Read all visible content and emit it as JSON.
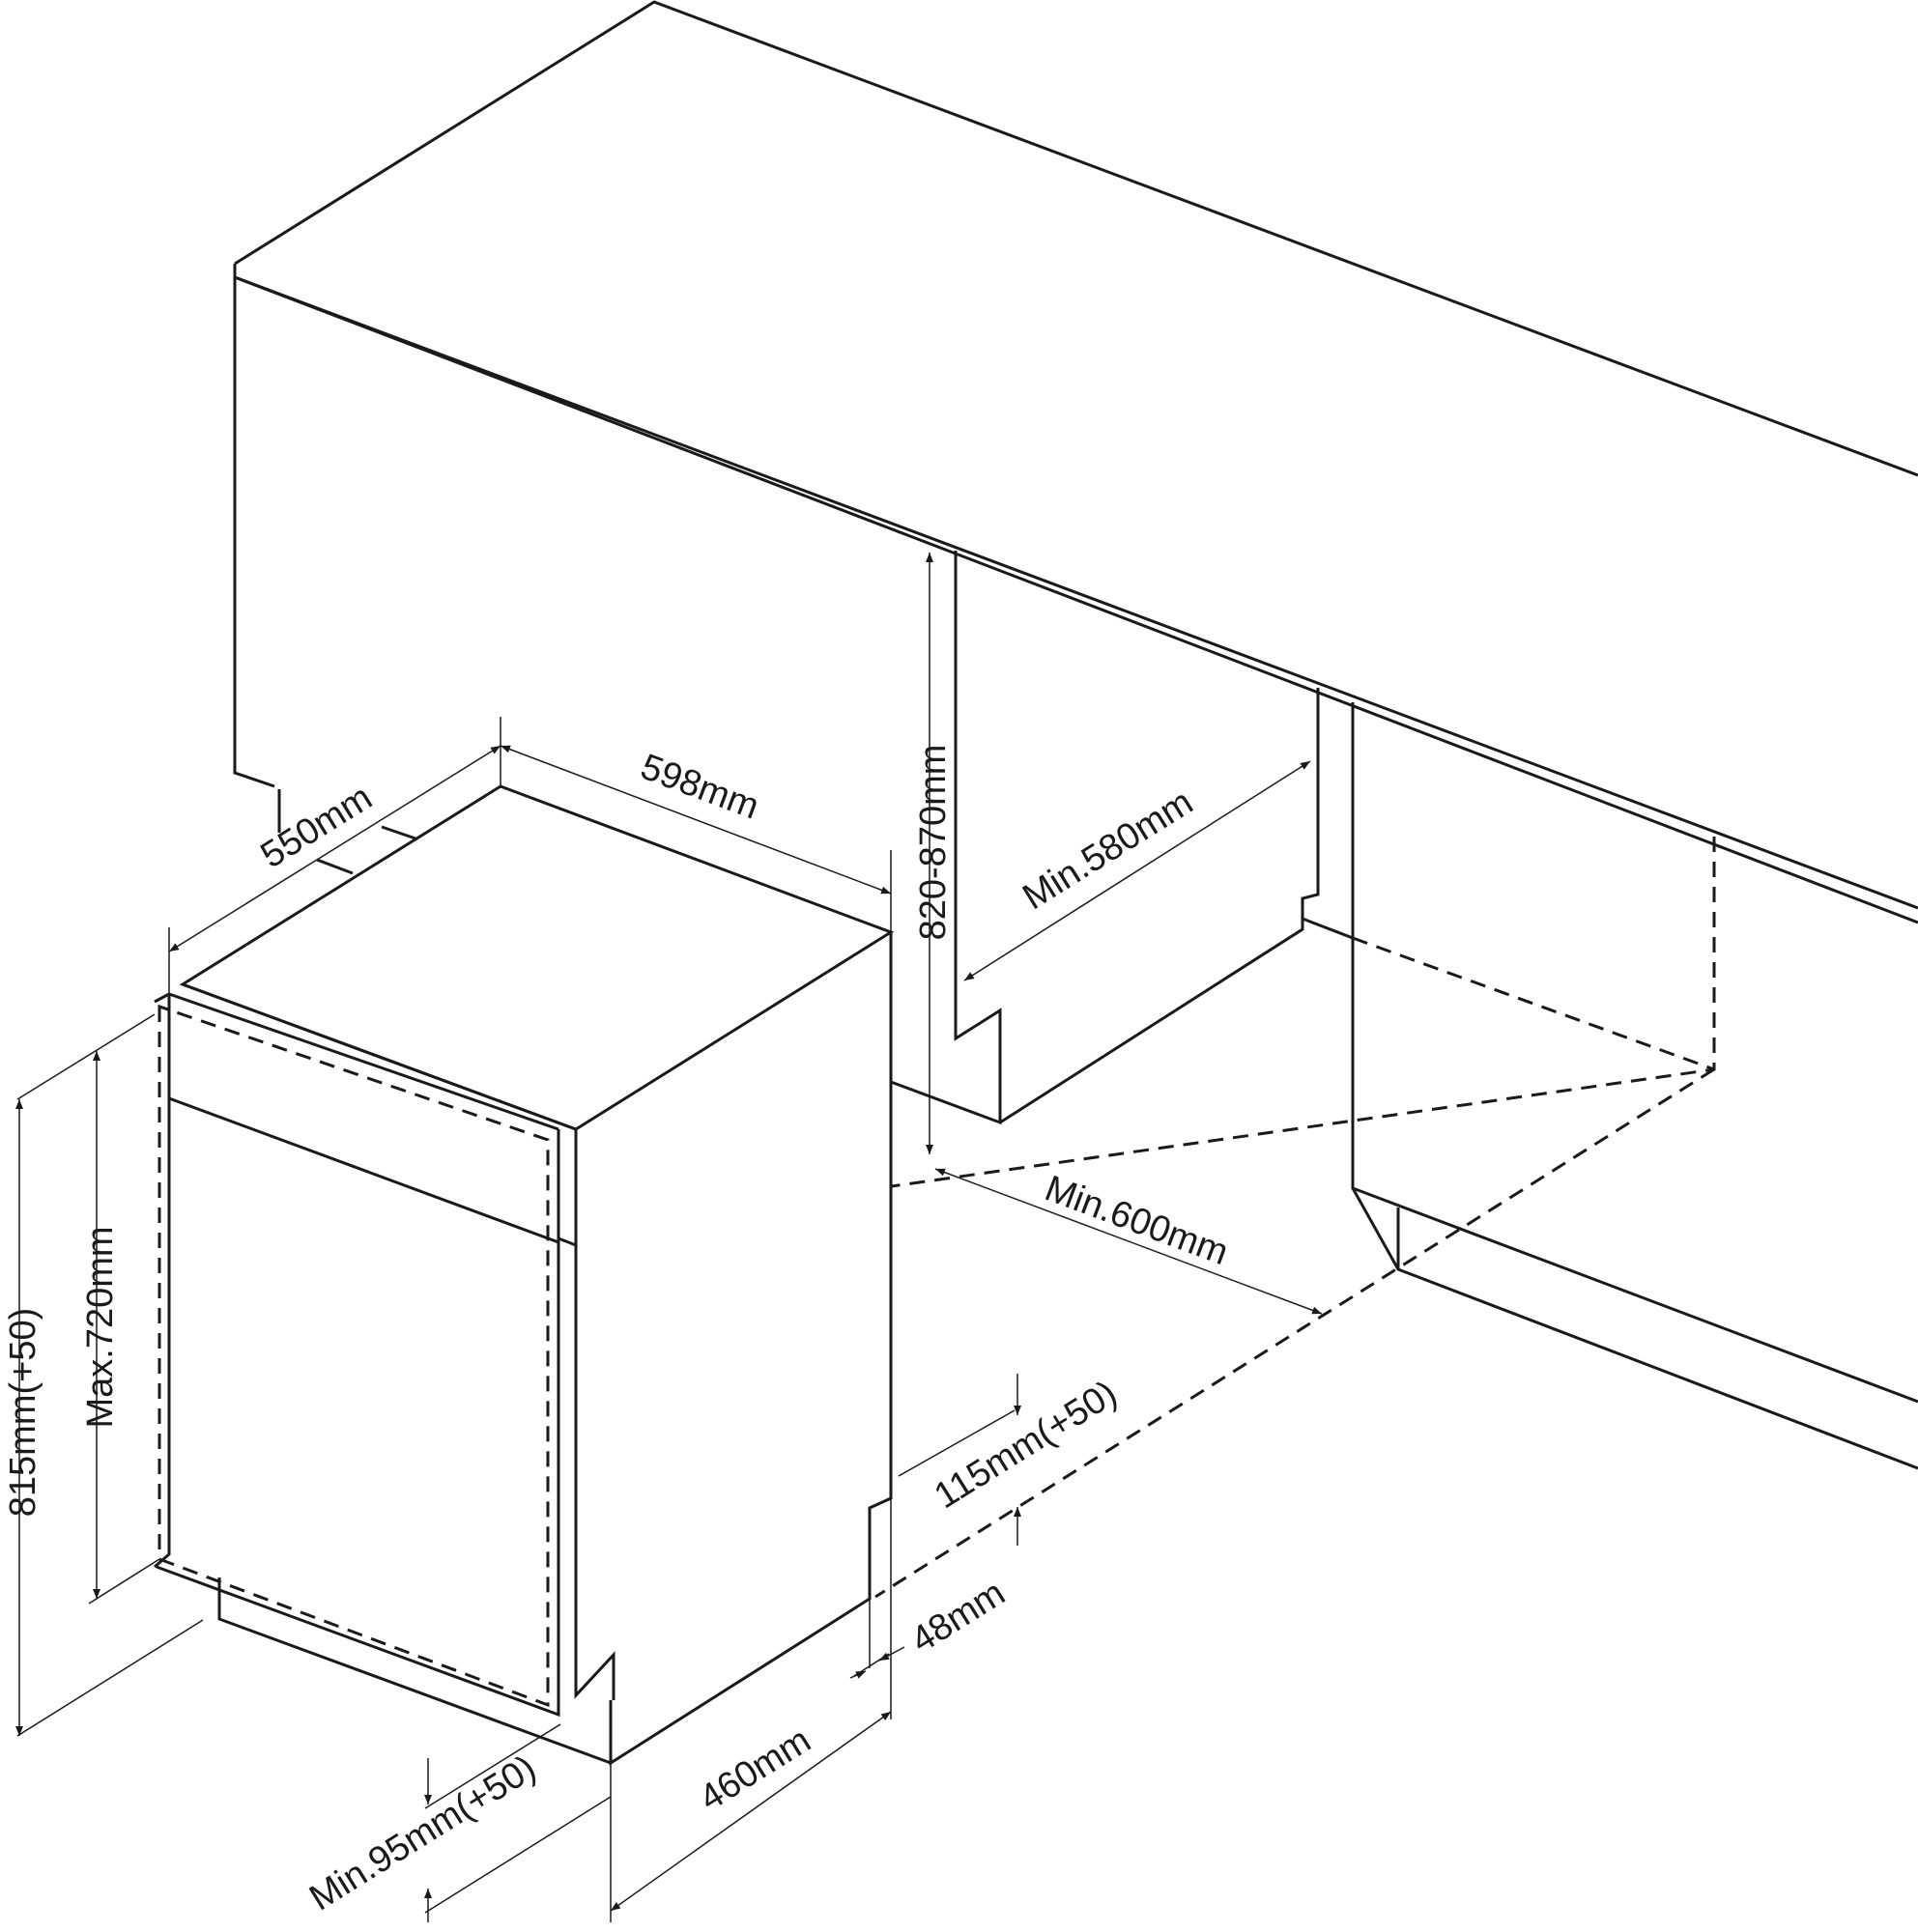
{
  "dimensions": {
    "width_598": "598mm",
    "depth_550": "550mm",
    "cabinet_height": "820-870mm",
    "min_580": "Min.580mm",
    "min_600": "Min.600mm",
    "height_815": "815mm(+50)",
    "door_max_720": "Max.720mm",
    "plinth_115": "115mm(+50)",
    "gap_48": "48mm",
    "depth_460": "460mm",
    "min_95": "Min.95mm(+50)"
  }
}
